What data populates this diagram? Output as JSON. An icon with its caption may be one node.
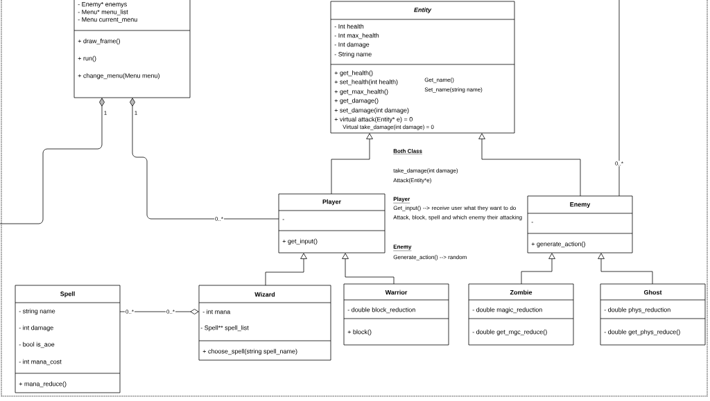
{
  "diagram": {
    "nodes": [
      {
        "text": [
          "- Enemy* enemys",
          "- Menu* menu_list",
          "- Menu current_menu",
          "+ draw_frame()",
          "+ run()",
          "+ change_menu(Menu menu)"
        ]
      },
      {
        "text": [
          "Entity",
          "- Int health",
          "- Int max_health",
          "- Int damage",
          "- String name",
          "+ get_health()",
          "+ set_health(int health)",
          "+ get_max_health()",
          "+ get_damage()",
          "+ set_damage(int damage)",
          "+ virtual attack(Entity* e) = 0",
          "Get_name()",
          "Set_name(string name)",
          "Virtual take_damage(int damage) = 0"
        ]
      },
      {
        "text": [
          "Player",
          "-",
          "+ get_input()"
        ]
      },
      {
        "text": [
          "Enemy",
          "-",
          "+ generate_action()"
        ]
      },
      {
        "text": [
          "Spell",
          "- string name",
          "- int damage",
          "- bool is_aoe",
          "- int mana_cost",
          "+ mana_reduce()"
        ]
      },
      {
        "text": [
          "Wizard",
          "- int mana",
          "- Spell** spell_list",
          "+ choose_spell(string spell_name)"
        ]
      },
      {
        "text": [
          "Warrior",
          "- double block_reduction",
          "+ block()"
        ]
      },
      {
        "text": [
          "Zombie",
          "- double magic_reduction",
          "- double get_mgc_reduce()"
        ]
      },
      {
        "text": [
          "Ghost",
          "- double phys_reduction",
          "- double get_phys_reduce()"
        ]
      }
    ],
    "edges": [
      {
        "from": 0,
        "to": null,
        "arrow": "other",
        "label": "1"
      },
      {
        "from": 0,
        "to": 2,
        "arrow": "other",
        "label": "1"
      },
      {
        "from": 2,
        "to": 1,
        "arrow": "to"
      },
      {
        "from": 3,
        "to": 1,
        "arrow": "to"
      },
      {
        "from": 3,
        "to": null,
        "arrow": "none",
        "label": "0..*"
      },
      {
        "from": 5,
        "to": 2,
        "arrow": "to"
      },
      {
        "from": 6,
        "to": 2,
        "arrow": "to"
      },
      {
        "from": 7,
        "to": 3,
        "arrow": "to"
      },
      {
        "from": 8,
        "to": 3,
        "arrow": "to"
      },
      {
        "from": 5,
        "to": 4,
        "arrow": "other",
        "label": "0..*"
      }
    ],
    "labels": [
      "Both Class",
      "take_damage(int damage)",
      "Attack(Entity*e)",
      "Player",
      "Get_input() --> receive user what they want to do  Attack, block, spell and which enemy their attacking",
      "0..*",
      "Enemy",
      "Generate_action() --> random",
      "0..*"
    ]
  }
}
